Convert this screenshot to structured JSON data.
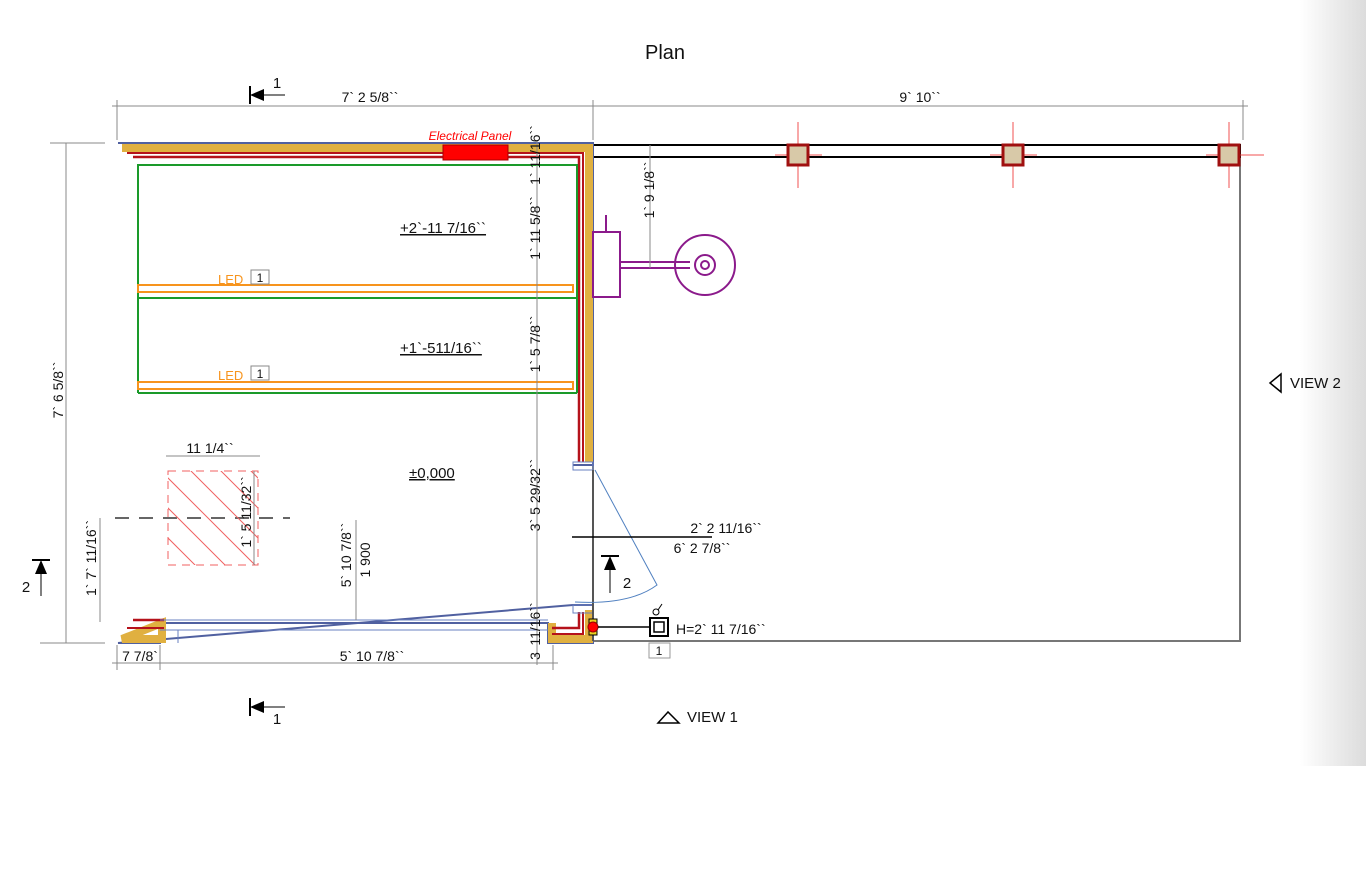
{
  "title": "Plan",
  "dimensions": {
    "top_left": "7` 2 5/8``",
    "top_right": "9` 10``",
    "left_total": "7` 6 5/8``",
    "left_lower": "1` 7` 11/16``",
    "bottom_left": "7 7/8`",
    "bottom_opening": "5` 10 7/8``",
    "wall_top": "1` 11/16``",
    "upper_zone": "1` 11 5/8``",
    "middle_zone": "1` 5 7/8``",
    "lower_zone": "3` 5 29/32``",
    "bottom_wall_a": "3",
    "bottom_wall_b": "11/16``",
    "fixture_offset": "1` 9 1/8``",
    "hatch_width": "11 1/4``",
    "hatch_height": "1` 5 11/32``",
    "opening_height": "5` 10 7/8``",
    "opening_height_alt": "1 900",
    "door_width": "2` 2 11/16``",
    "door_height": "6` 2 7/8``",
    "switch_height": "H=2` 11 7/16``"
  },
  "levels": {
    "upper": "+2`-11 7/16``",
    "middle": "+1`-511/16``",
    "floor": "±0,000"
  },
  "labels": {
    "electrical_panel": "Electrical Panel",
    "led": "LED",
    "led_tag": "1",
    "switch_tag": "1",
    "section_1": "1",
    "section_2": "2",
    "view_1": "VIEW 1",
    "view_2": "VIEW 2"
  },
  "colors": {
    "panel": "#ff0000",
    "led": "#f7941d",
    "wall": "#b5121b",
    "insulation": "#e0b040",
    "fixture": "#8b1a8b",
    "column_fill": "#d8c9a8"
  }
}
